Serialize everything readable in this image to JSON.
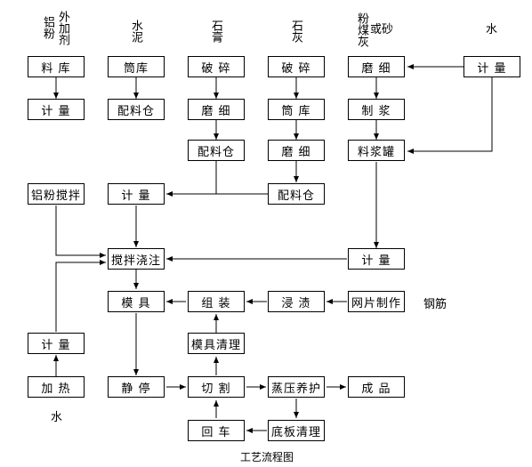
{
  "headers": {
    "col1": {
      "a": "铝粉",
      "b": "外加剂"
    },
    "col2": "水泥",
    "col3": "石膏",
    "col4": "石灰",
    "col5": {
      "a": "粉煤灰",
      "b": "或砂"
    },
    "col6": "水"
  },
  "boxes": {
    "liaoku": "料 库",
    "jiliang1": "计 量",
    "tongku1": "筒库",
    "peiliaocang1": "配料仓",
    "posui1": "破 碎",
    "moxi1": "磨 细",
    "peiliaocang2": "配料仓",
    "posui2": "破 碎",
    "tongku2": "筒 库",
    "moxi2": "磨 细",
    "peiliaocang3": "配料仓",
    "moxi3": "磨 细",
    "zhijiang": "制 浆",
    "liaojiangguan": "料浆罐",
    "jiliang_water": "计 量",
    "lvfen_jiaoban": "铝粉搅拌",
    "jiliang2": "计 量",
    "jiaoban_jiaozhu": "搅拌浇注",
    "jiliang3": "计 量",
    "muju": "模 具",
    "zuzhuang": "组 装",
    "jinzi": "浸 渍",
    "wangpian": "网片制作",
    "mujuqingli": "模具清理",
    "jiliang4": "计 量",
    "jiare": "加 热",
    "jingting": "静 停",
    "qiege": "切 割",
    "zhengya": "蒸压养护",
    "chengpin": "成 品",
    "huiche": "回 车",
    "dibanqingli": "底板清理"
  },
  "labels": {
    "gangjin": "钢筋",
    "water_bottom": "水",
    "caption": "工艺流程图"
  }
}
